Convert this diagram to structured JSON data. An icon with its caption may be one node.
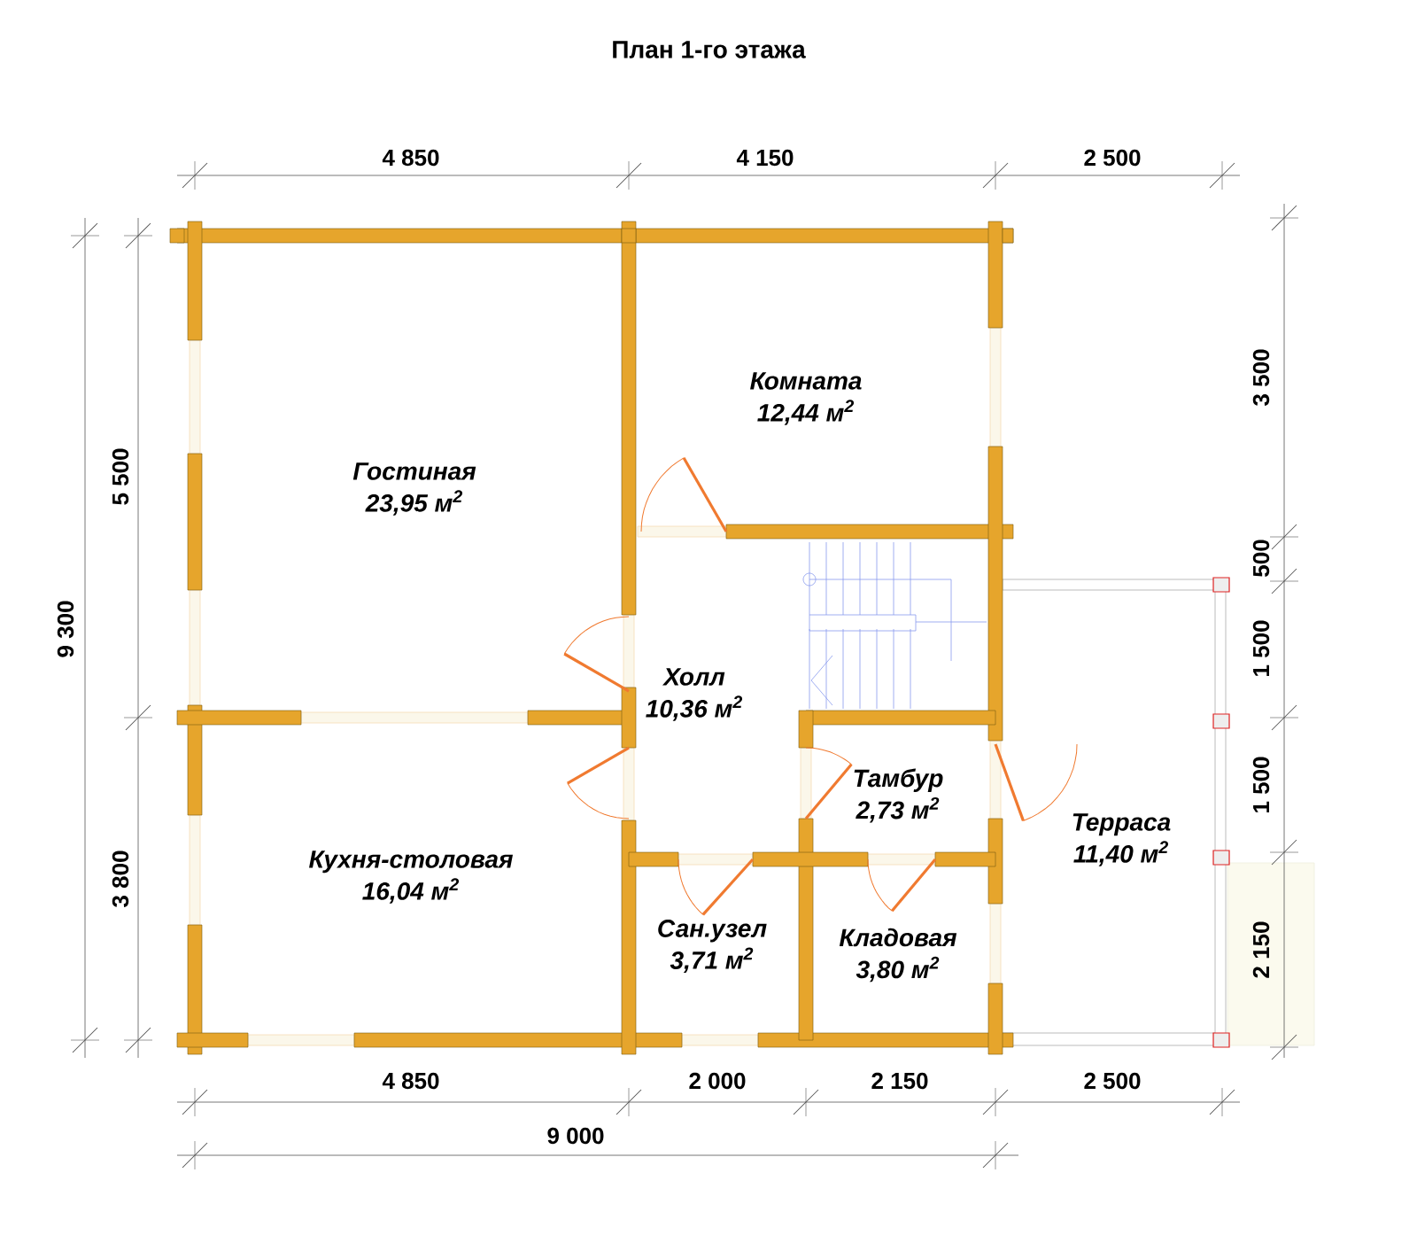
{
  "diagram": {
    "title": "План 1-го этажа",
    "nodes": [
      {
        "text": [
          "Комната",
          "12,44 м$^{2}$"
        ]
      },
      {
        "text": [
          "Гостиная",
          "23,95 м$^{2}$"
        ]
      },
      {
        "text": [
          "Холл",
          "10,36 м$^{2}$"
        ]
      },
      {
        "text": [
          "Тамбур",
          "2,73 м$^{2}$"
        ]
      },
      {
        "text": [
          "Терраса",
          "11,40 м$^{2}$"
        ]
      },
      {
        "text": [
          "Кухня-столовая",
          "16,04 м$^{2}$"
        ]
      },
      {
        "text": [
          "Сан.узел",
          "3,71 м$^{2}$"
        ]
      },
      {
        "text": [
          "Кладовая",
          "3,80 м$^{2}$"
        ]
      }
    ],
    "labels": [
      "4 850",
      "4 150",
      "2 500",
      "5 500",
      "9 300",
      "3 800",
      "3 500",
      "500",
      "1 500",
      "1 500",
      "2 150",
      "4 850",
      "2 000",
      "2 150",
      "2 500",
      "9 000"
    ]
  }
}
